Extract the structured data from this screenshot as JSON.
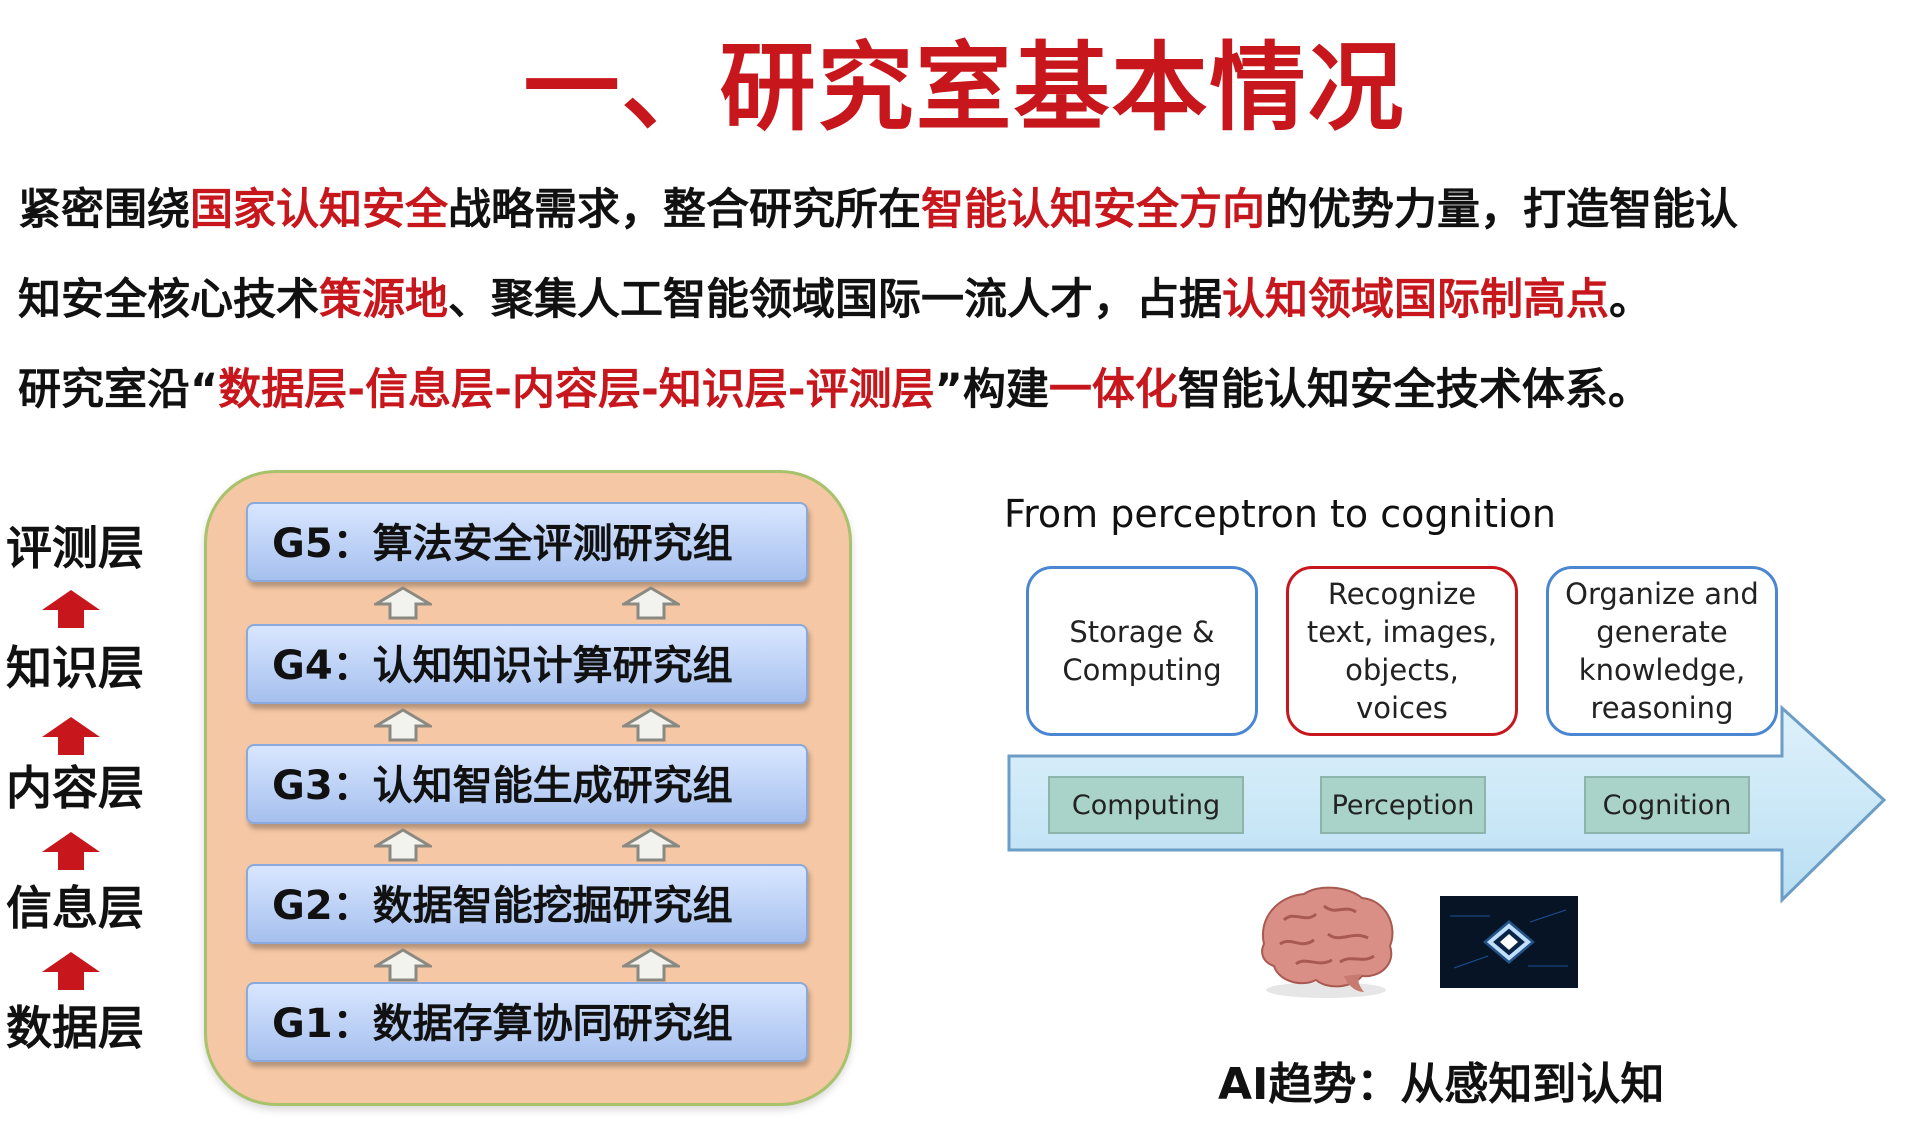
{
  "title": "一、研究室基本情况",
  "intro": {
    "line1": [
      "紧密围绕",
      "国家认知安全",
      "战略需求，整合研究所在",
      "智能认知安全方向",
      "的优势力量，打造智能认"
    ],
    "line2": [
      "知安全核心技术",
      "策源地",
      "、聚集人工智能领域国际一流人才，占据",
      "认知领域国际制高点",
      "。"
    ],
    "line3": [
      "研究室沿“",
      "数据层-信息层-内容层-知识层-评测层",
      "”构建",
      "一体化",
      "智能认知安全技术体系。"
    ]
  },
  "layers": [
    "评测层",
    "知识层",
    "内容层",
    "信息层",
    "数据层"
  ],
  "groups": [
    "G5：算法安全评测研究组",
    "G4：认知知识计算研究组",
    "G3：认知智能生成研究组",
    "G2：数据智能挖掘研究组",
    "G1：数据存算协同研究组"
  ],
  "diagram": {
    "title": "From perceptron to cognition",
    "cards": [
      "Storage &\nComputing",
      "Recognize\ntext, images,\nobjects,\nvoices",
      "Organize and\ngenerate\nknowledge,\nreasoning"
    ],
    "stages": [
      "Computing",
      "Perception",
      "Cognition"
    ]
  },
  "caption": "AI趋势：从感知到认知",
  "colors": {
    "accent_red": "#c8161d",
    "container_fill": "#f5c7a4",
    "bar_blue": "#a5c0ee",
    "arrow_blue": "#c7e6f7",
    "stage_teal": "#a9d2c9"
  }
}
